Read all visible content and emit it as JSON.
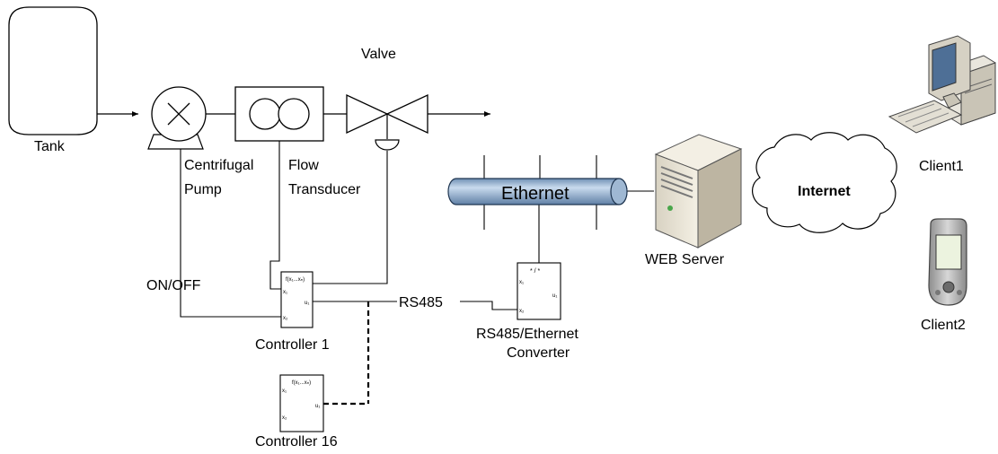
{
  "labels": {
    "tank": "Tank",
    "valve": "Valve",
    "pump_line1": "Centrifugal",
    "pump_line2": "Pump",
    "flow_line1": "Flow",
    "flow_line2": "Transducer",
    "ethernet": "Ethernet",
    "web_server": "WEB Server",
    "internet": "Internet",
    "client1": "Client1",
    "client2": "Client2",
    "on_off": "ON/OFF",
    "rs485": "RS485",
    "controller1": "Controller 1",
    "controller16": "Controller 16",
    "converter_line1": "RS485/Ethernet",
    "converter_line2": "Converter"
  },
  "block_text": {
    "func": "f(x₁...xₙ)",
    "x1": "x₁",
    "x2": "x₂",
    "u1": "u₁",
    "conv_symbol": "* / *"
  },
  "icons": {
    "tank": "tank-icon",
    "pump": "centrifugal-pump-icon",
    "flow": "flow-transducer-icon",
    "valve": "control-valve-icon",
    "server": "server-icon",
    "cloud": "cloud-icon",
    "desktop": "desktop-computer-icon",
    "pda": "pda-icon"
  }
}
